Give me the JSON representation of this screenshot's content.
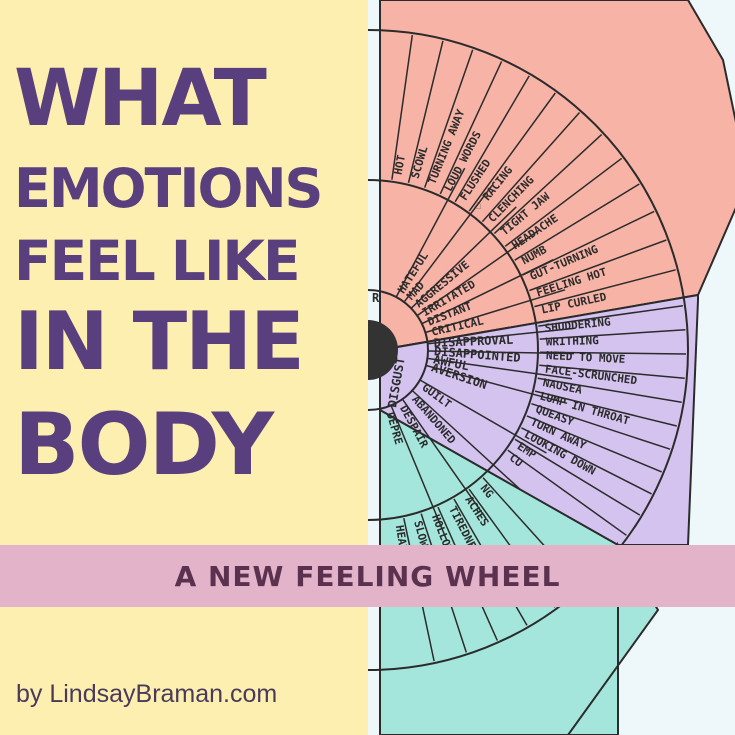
{
  "headline": {
    "line1": "WHAT",
    "line2": "EMOTIONS",
    "line3": "FEEL LIKE",
    "line4": "IN THE",
    "line5": "BODY"
  },
  "banner": "A NEW FEELING WHEEL",
  "byline": "by LindsayBraman.com",
  "colors": {
    "left_bg": "#fcefb0",
    "headline": "#5a3f7e",
    "banner_bg": "#e3b3c9",
    "anger": "#f7b3a6",
    "disgust": "#d4c3ee",
    "sadness": "#a5e6dc"
  },
  "wheel": {
    "anger_outer": [
      "HOT",
      "SCOWL",
      "TURNING AWAY",
      "LOUD WORDS",
      "FLUSHED",
      "♡ RACING",
      "CLENCHING",
      "TIGHT JAW",
      "HEADACHE",
      "NUMB",
      "GUT-TURNING",
      "FEELING HOT",
      "LIP CURLED"
    ],
    "anger_mid": [
      "HATEFUL",
      "MAD",
      "AGGRESSIVE",
      "IRRITATED",
      "DISTANT",
      "CRITICAL"
    ],
    "disgust_outer": [
      "SHUDDERING",
      "WRITHING",
      "NEED TO MOVE",
      "FACE-SCRUNCHED",
      "NAUSEA",
      "LUMP IN THROAT",
      "QUEASY",
      "TURN AWAY",
      "LOOKING DOWN",
      "EMP",
      "CU"
    ],
    "disgust_mid": [
      "DISAPPROVAL",
      "DISAPPOINTED",
      "AWFUL",
      "AVERSION"
    ],
    "disgust_core": "DISGUST",
    "sad_mid": [
      "GUILT",
      "ABANDONED",
      "DESPAIR",
      "DEPRE"
    ],
    "sad_outer": [
      "NG",
      "ACHES",
      "TIREDNESS",
      "HOLLOW FEELING",
      "SLOW ♡",
      "HEAVINESS"
    ],
    "anger_core_partial": "R"
  }
}
